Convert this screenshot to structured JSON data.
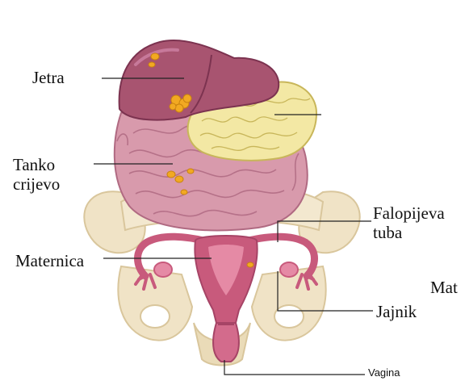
{
  "diagram": {
    "labels": {
      "liver": "Jetra",
      "small_intestine_line1": "Tanko",
      "small_intestine_line2": "crijevo",
      "uterus": "Maternica",
      "fallopian_line1": "Falopijeva",
      "fallopian_line2": "tuba",
      "ovary": "Jajnik",
      "vagina": "Vagina",
      "cut_label": "Mat"
    },
    "colors": {
      "liver": "#a85470",
      "liver_dark": "#7c3350",
      "intestine": "#d89aac",
      "intestine_line": "#b06a82",
      "pancreas": "#f3e8a4",
      "pancreas_line": "#c8b65a",
      "pelvis": "#f0e3c6",
      "pelvis_line": "#d9c69c",
      "uterus": "#c85a7c",
      "uterus_inner": "#e58aa5",
      "lesion": "#f2a922",
      "leader": "#222222"
    }
  }
}
